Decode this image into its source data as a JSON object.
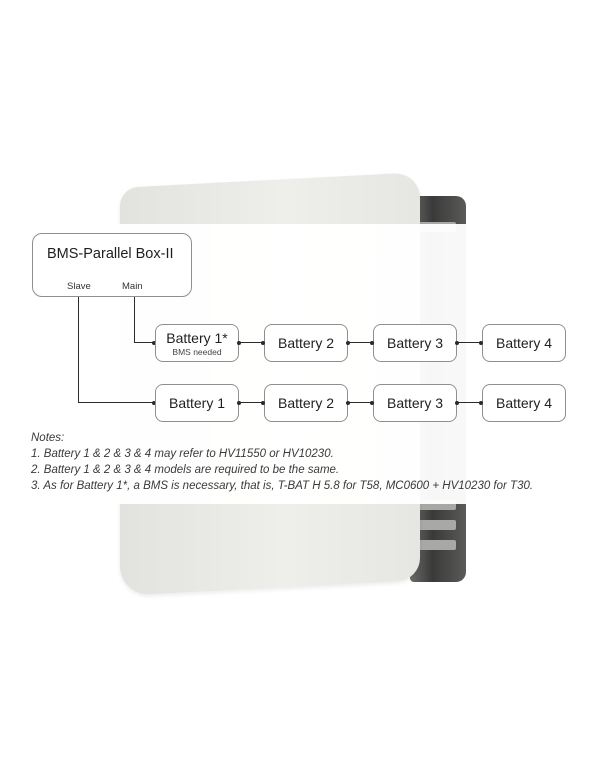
{
  "main_box": {
    "title": "BMS-Parallel Box-II",
    "port_slave": "Slave",
    "port_main": "Main"
  },
  "row_main": [
    {
      "label": "Battery 1*",
      "sub": "BMS needed"
    },
    {
      "label": "Battery 2",
      "sub": ""
    },
    {
      "label": "Battery 3",
      "sub": ""
    },
    {
      "label": "Battery 4",
      "sub": ""
    }
  ],
  "row_slave": [
    {
      "label": "Battery 1"
    },
    {
      "label": "Battery 2"
    },
    {
      "label": "Battery 3"
    },
    {
      "label": "Battery 4"
    }
  ],
  "notes": {
    "heading": "Notes:",
    "items": [
      "1. Battery 1 & 2 & 3 & 4 may refer to HV11550 or HV10230.",
      "2. Battery 1 & 2 & 3 & 4 models are required to be the same.",
      "3. As for Battery 1*, a BMS is necessary, that is, T-BAT H 5.8 for T58, MC0600 + HV10230 for T30."
    ]
  }
}
